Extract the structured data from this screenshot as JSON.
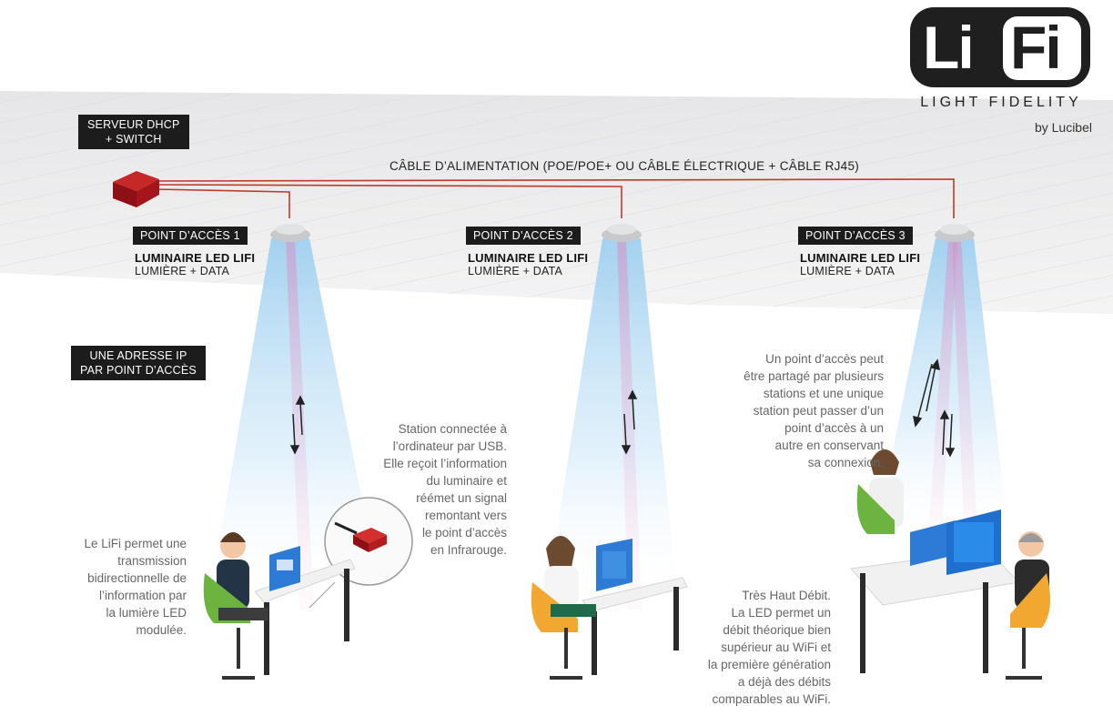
{
  "logo": {
    "left_text": "Li",
    "right_text": "Fi",
    "tagline": "LIGHT FIDELITY",
    "by": "by Lucibel"
  },
  "server": {
    "line1": "SERVEUR DHCP",
    "line2": "+ SWITCH"
  },
  "cable_label": "CÂBLE D’ALIMENTATION (POE/POE+ OU CÂBLE ÉLECTRIQUE + CÂBLE RJ45)",
  "ip_box": {
    "line1": "UNE ADRESSE IP",
    "line2": "PAR POINT D’ACCÈS"
  },
  "access_points": [
    {
      "label": "POINT D’ACCÈS 1",
      "title": "LUMINAIRE LED LIFI",
      "subtitle": "LUMIÈRE + DATA"
    },
    {
      "label": "POINT D’ACCÈS 2",
      "title": "LUMINAIRE LED LIFI",
      "subtitle": "LUMIÈRE + DATA"
    },
    {
      "label": "POINT D’ACCÈS 3",
      "title": "LUMINAIRE LED LIFI",
      "subtitle": "LUMIÈRE + DATA"
    }
  ],
  "notes": {
    "lifi": [
      "Le LiFi permet une",
      "transmission",
      "bidirectionnelle de",
      "l’information par",
      "la lumière LED",
      "modulée."
    ],
    "station": [
      "Station connectée à",
      "l’ordinateur par USB.",
      "Elle reçoit l’information",
      "du luminaire et",
      "réémet un signal",
      "remontant vers",
      "le point d’accès",
      "en Infrarouge."
    ],
    "debit": [
      "Très Haut Débit.",
      "La LED permet un",
      "débit théorique bien",
      "supérieur au WiFi et",
      "la première génération",
      "a déjà des débits",
      "comparables au WiFi."
    ],
    "shared": [
      "Un point d’accès peut",
      "être partagé par plusieurs",
      "stations et une unique",
      "station peut passer d’un",
      "point d’accès à un",
      "autre en conservant",
      "sa connexion."
    ]
  },
  "colors": {
    "dark_box": "#1c1c1c",
    "cable": "#c0392b",
    "beam": "#bfe0f5",
    "beam_core": "#e8b5d6",
    "server": "#a5161c",
    "ceiling": "#ececee"
  }
}
